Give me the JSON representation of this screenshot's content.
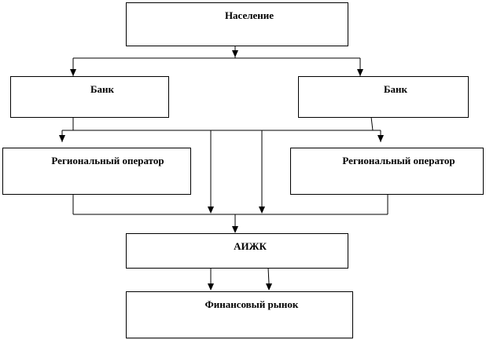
{
  "diagram": {
    "nodes": {
      "population": {
        "label": "Население"
      },
      "bank_left": {
        "label": "Банк"
      },
      "bank_right": {
        "label": "Банк"
      },
      "regional_operator_left": {
        "label": "Региональный оператор"
      },
      "regional_operator_right": {
        "label": "Региональный оператор"
      },
      "aizhk": {
        "label": "АИЖК"
      },
      "financial_market": {
        "label": "Финансовый рынок"
      }
    },
    "edges": [
      {
        "from": "population",
        "to": "bank_left"
      },
      {
        "from": "population",
        "to": "bank_right"
      },
      {
        "from": "bank_left",
        "to": "regional_operator_left"
      },
      {
        "from": "bank_left",
        "to": "regional_operator_right"
      },
      {
        "from": "bank_right",
        "to": "regional_operator_right"
      },
      {
        "from": "bank_left",
        "to": "aizhk"
      },
      {
        "from": "bank_right",
        "to": "aizhk"
      },
      {
        "from": "regional_operator_left",
        "to": "aizhk"
      },
      {
        "from": "regional_operator_right",
        "to": "aizhk"
      },
      {
        "from": "aizhk",
        "to": "financial_market"
      }
    ]
  }
}
